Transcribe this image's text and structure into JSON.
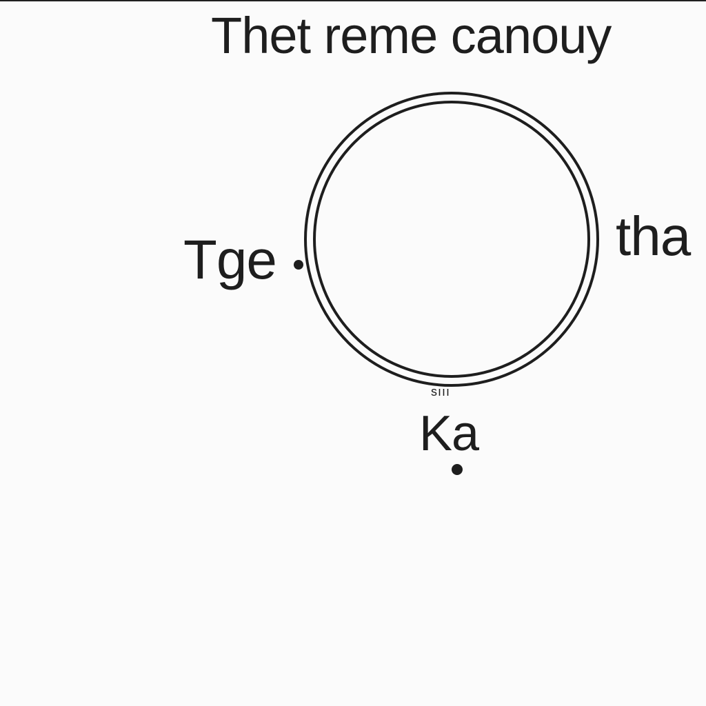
{
  "title": "Thet reme canouy",
  "labels": {
    "left": "Tge",
    "right": "tha",
    "bottom": "Ka",
    "small_bottom": "sııı"
  },
  "colors": {
    "background": "#fbfbfb",
    "ink": "#1e1e1e"
  }
}
